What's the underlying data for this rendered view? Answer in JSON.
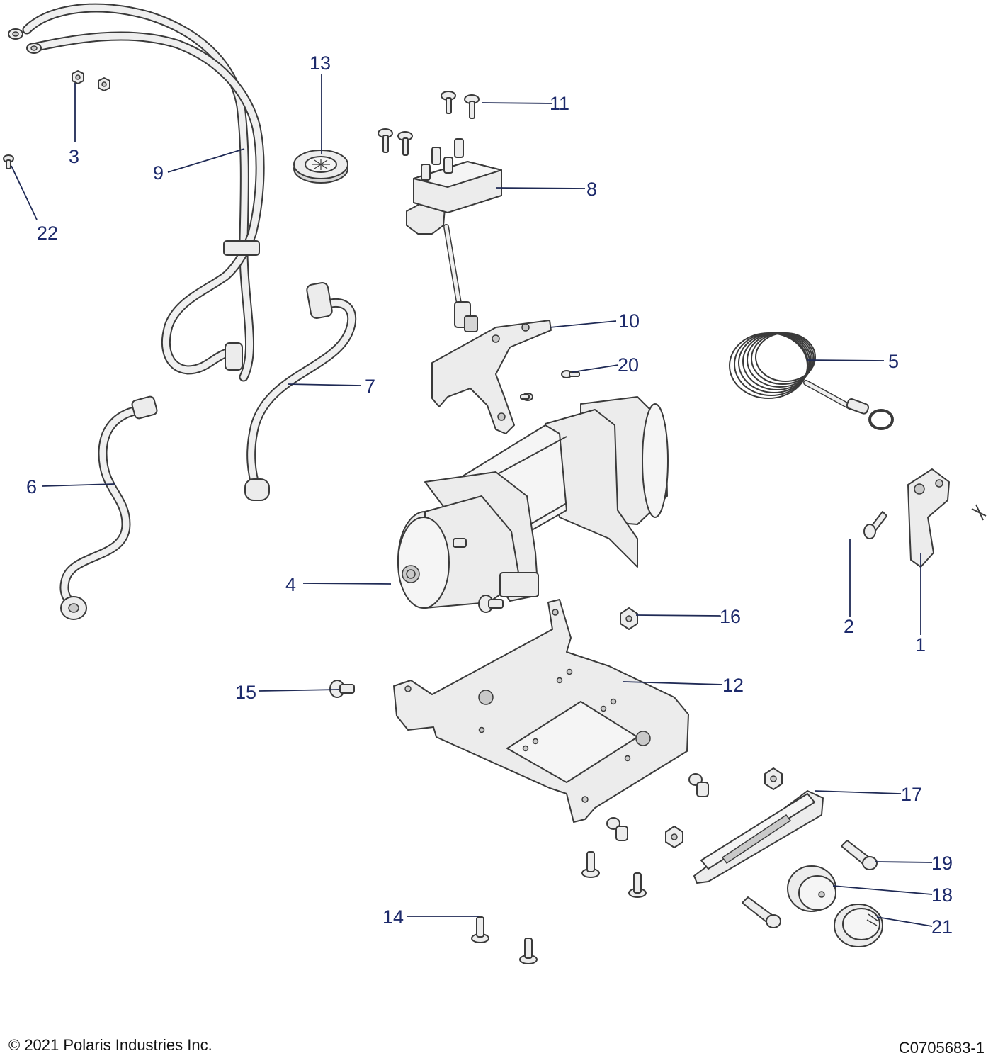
{
  "diagram": {
    "callouts": [
      {
        "id": "1",
        "label": "1"
      },
      {
        "id": "2",
        "label": "2"
      },
      {
        "id": "3",
        "label": "3"
      },
      {
        "id": "4",
        "label": "4"
      },
      {
        "id": "5",
        "label": "5"
      },
      {
        "id": "6",
        "label": "6"
      },
      {
        "id": "7",
        "label": "7"
      },
      {
        "id": "8",
        "label": "8"
      },
      {
        "id": "9",
        "label": "9"
      },
      {
        "id": "10",
        "label": "10"
      },
      {
        "id": "11",
        "label": "11"
      },
      {
        "id": "12",
        "label": "12"
      },
      {
        "id": "13",
        "label": "13"
      },
      {
        "id": "14",
        "label": "14"
      },
      {
        "id": "15",
        "label": "15"
      },
      {
        "id": "16",
        "label": "16"
      },
      {
        "id": "17",
        "label": "17"
      },
      {
        "id": "18",
        "label": "18"
      },
      {
        "id": "19",
        "label": "19"
      },
      {
        "id": "20",
        "label": "20"
      },
      {
        "id": "21",
        "label": "21"
      },
      {
        "id": "22",
        "label": "22"
      }
    ]
  },
  "footer": {
    "copyright": "© 2021 Polaris Industries Inc.",
    "figure_id": "C0705683-1"
  },
  "colors": {
    "callout_text": "#1d2a6b",
    "part_fill": "#ececec",
    "line_art": "#3a3a3a"
  }
}
